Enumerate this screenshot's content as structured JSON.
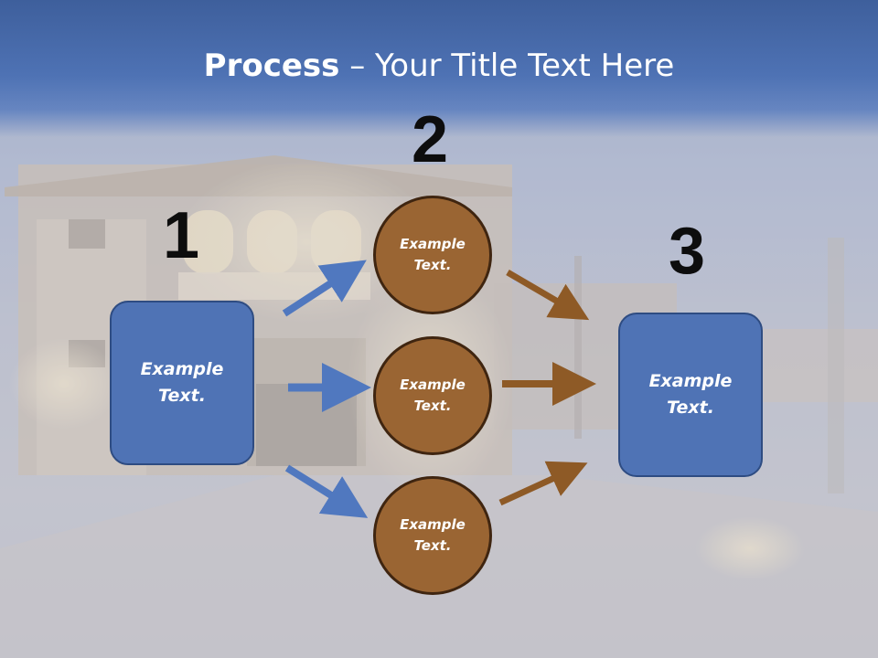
{
  "title": {
    "bold": "Process",
    "dash": " – ",
    "rest": "Your Title Text Here"
  },
  "steps": {
    "one": {
      "number": "1",
      "line1": "Example",
      "line2": "Text."
    },
    "two": {
      "number": "2"
    },
    "three": {
      "number": "3",
      "line1": "Example",
      "line2": "Text."
    }
  },
  "circles": [
    {
      "line1": "Example",
      "line2": "Text."
    },
    {
      "line1": "Example",
      "line2": "Text."
    },
    {
      "line1": "Example",
      "line2": "Text."
    }
  ],
  "colors": {
    "title_band": "#4e72b4",
    "box_fill": "#4f73b5",
    "circle_fill": "#9a6533",
    "blue_arrow": "#5078bf",
    "brown_arrow": "#8e5a26"
  }
}
